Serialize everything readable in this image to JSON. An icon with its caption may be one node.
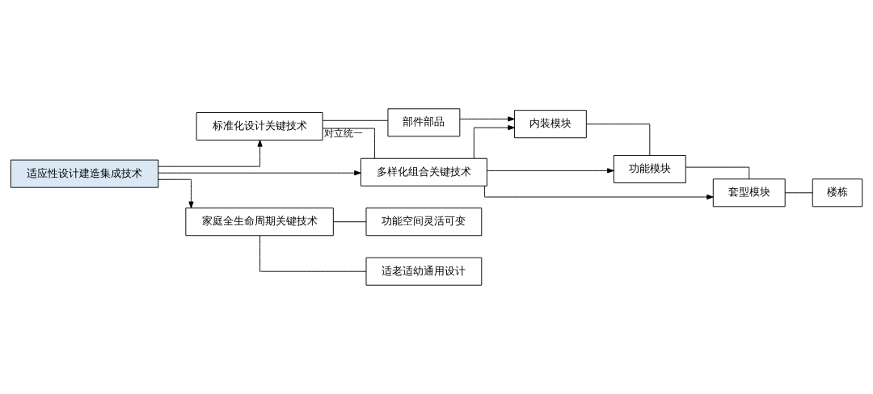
{
  "diagram": {
    "nodes": [
      {
        "text": [
          "适应性设计建造集成技术"
        ]
      },
      {
        "text": [
          "标准化设计关键技术"
        ]
      },
      {
        "text": [
          "多样化组合关键技术"
        ]
      },
      {
        "text": [
          "家庭全生命周期关键技术"
        ]
      },
      {
        "text": [
          "部件部品"
        ]
      },
      {
        "text": [
          "内装模块"
        ]
      },
      {
        "text": [
          "功能模块"
        ]
      },
      {
        "text": [
          "套型模块"
        ]
      },
      {
        "text": [
          "楼栋"
        ]
      },
      {
        "text": [
          "功能空间灵活可变"
        ]
      },
      {
        "text": [
          "适老适幼通用设计"
        ]
      }
    ],
    "edges": [
      {
        "from": 0,
        "to": 1,
        "arrow": "to"
      },
      {
        "from": 0,
        "to": 2,
        "arrow": "to"
      },
      {
        "from": 0,
        "to": 3,
        "arrow": "to"
      },
      {
        "from": 1,
        "to": 4,
        "arrow": "none"
      },
      {
        "from": 4,
        "to": 5,
        "arrow": "to"
      },
      {
        "from": 1,
        "to": 2,
        "arrow": "none",
        "label": "对立统一"
      },
      {
        "from": 2,
        "to": 5,
        "arrow": "to"
      },
      {
        "from": 2,
        "to": 6,
        "arrow": "to"
      },
      {
        "from": 2,
        "to": 7,
        "arrow": "to"
      },
      {
        "from": 5,
        "to": 6,
        "arrow": "none"
      },
      {
        "from": 6,
        "to": 7,
        "arrow": "none"
      },
      {
        "from": 7,
        "to": 8,
        "arrow": "none"
      },
      {
        "from": 3,
        "to": 9,
        "arrow": "none"
      },
      {
        "from": 3,
        "to": 10,
        "arrow": "none"
      }
    ]
  }
}
